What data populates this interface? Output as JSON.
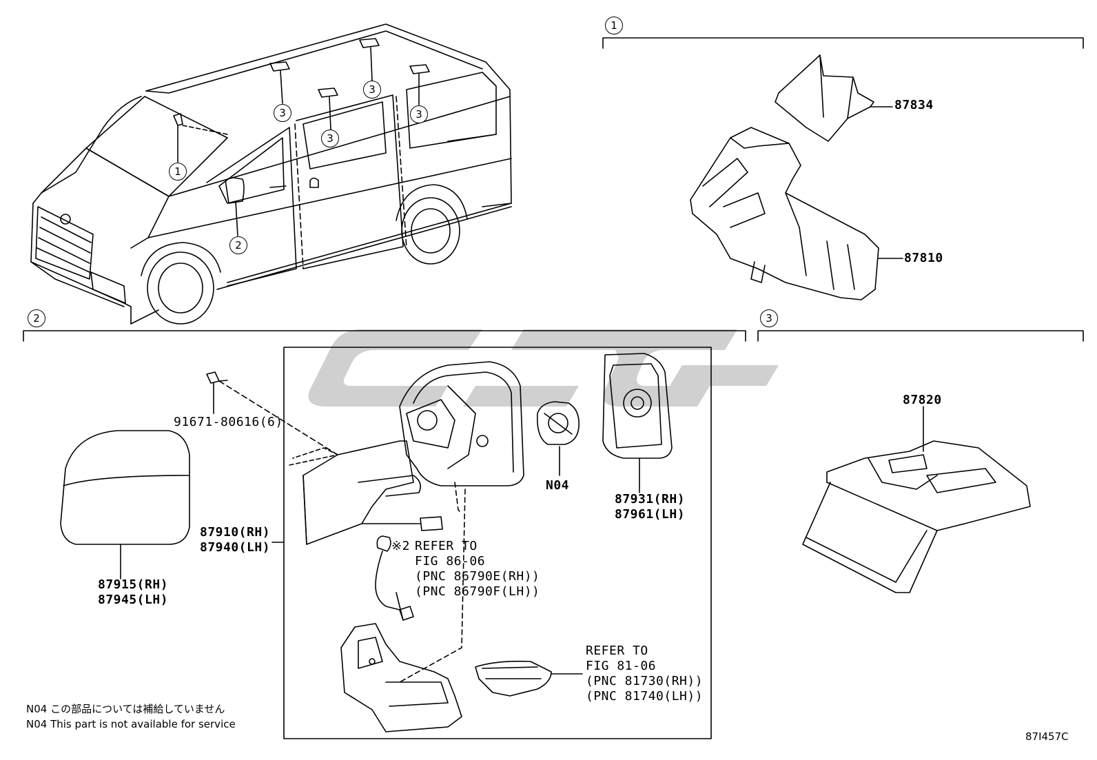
{
  "callouts": {
    "one": "1",
    "two": "2",
    "three": "3"
  },
  "parts": {
    "p87834": "87834",
    "p87810": "87810",
    "p87820": "87820",
    "p91671": "91671-80616(6)",
    "p87915": "87915(RH)",
    "p87945": "87945(LH)",
    "p87910": "87910(RH)",
    "p87940": "87940(LH)",
    "n04": "N04",
    "p87931": "87931(RH)",
    "p87961": "87961(LH)"
  },
  "refer1": {
    "mark": "※2",
    "line1": "REFER TO",
    "line2": "FIG 86-06",
    "line3": "(PNC 86790E(RH))",
    "line4": "(PNC 86790F(LH))"
  },
  "refer2": {
    "line1": "REFER TO",
    "line2": "FIG 81-06",
    "line3": "(PNC 81730(RH))",
    "line4": "(PNC 81740(LH))"
  },
  "notes": {
    "jp": "N04 この部品については補給していません",
    "en": "N04 This part is not available for service"
  },
  "figure_code": "87I457C",
  "colors": {
    "ink": "#000000",
    "watermark": "#c8c8c8"
  }
}
